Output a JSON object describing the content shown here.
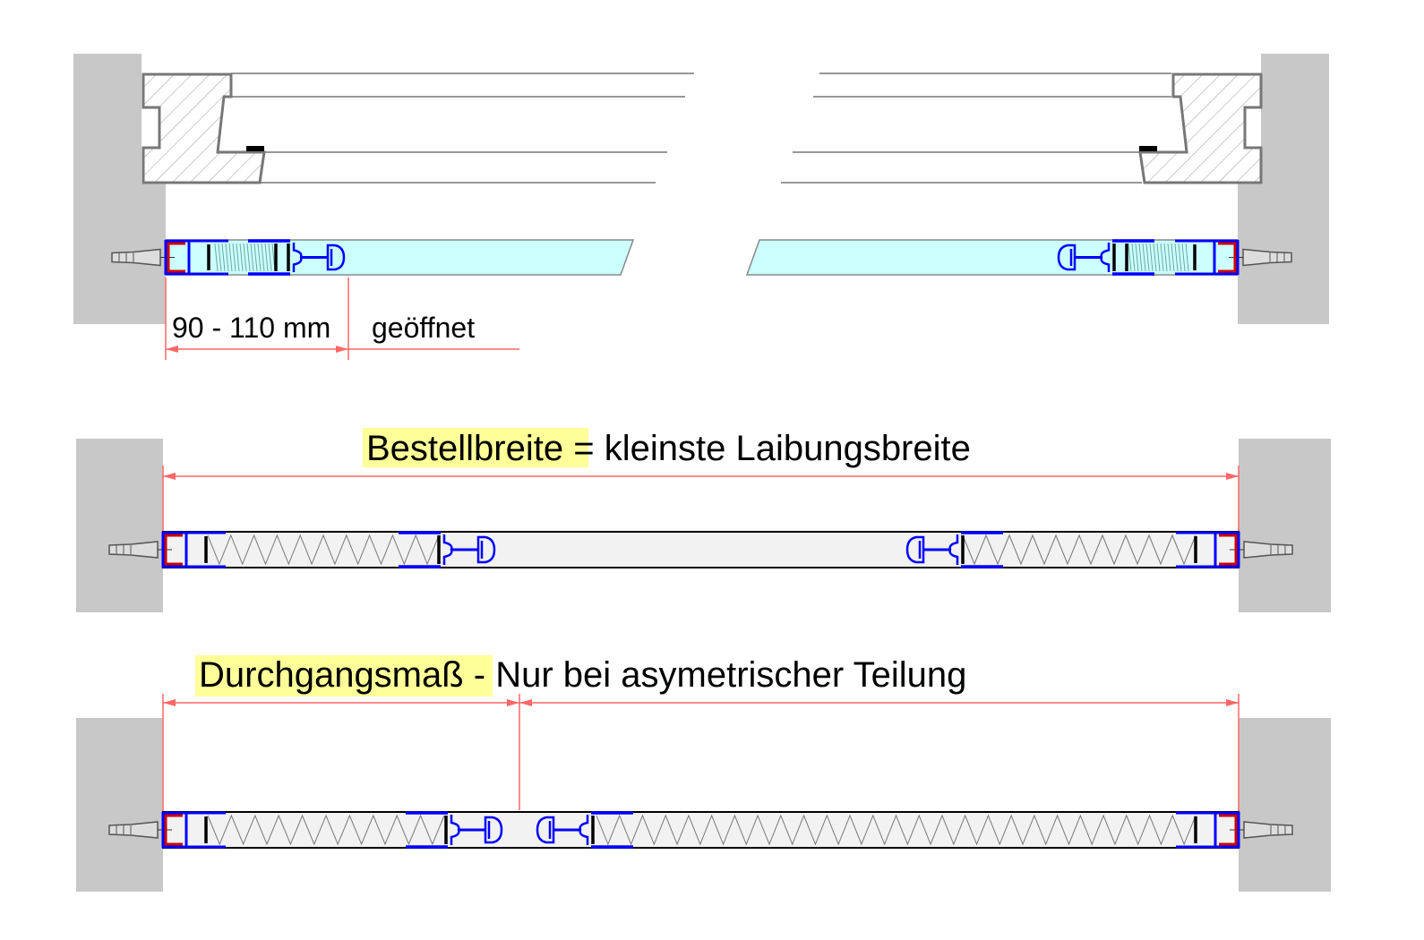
{
  "top": {
    "dimension_label": "90 - 110 mm",
    "state_label": "geöffnet"
  },
  "middle": {
    "highlight_label": "Bestellbreite",
    "rest_label": " = kleinste Laibungsbreite"
  },
  "bottom": {
    "highlight_label": "Durchgangsmaß",
    "rest_label": " - Nur bei asymetrischer Teilung"
  },
  "colors": {
    "wall": "#c8c8c8",
    "dimension": "#ff6666",
    "profile": "#0000ff",
    "end_cap": "#cc0000",
    "open_screen": "#ccffff",
    "closed_screen": "#f2f2f2",
    "highlight": "#ffff99"
  }
}
